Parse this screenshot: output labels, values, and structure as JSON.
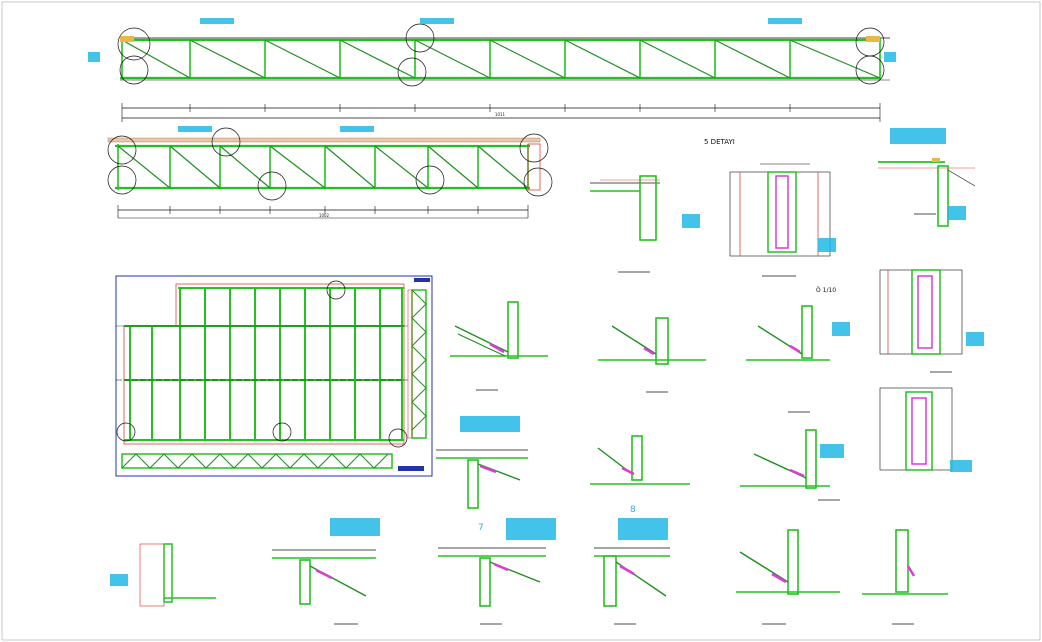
{
  "drawing": {
    "titles": {
      "detail5": "5 DETAYI",
      "scale": "Ö 1/10",
      "callout7": "7",
      "callout8": "8"
    },
    "dimensions": {
      "top_total": "1011",
      "mid_total": "1002"
    },
    "colors": {
      "steel": "#22c31f",
      "dimension": "#111111",
      "column": "#e0453a",
      "weld": "#d93bd9",
      "annotation": "#22b8e6",
      "frame": "#2233aa"
    }
  }
}
